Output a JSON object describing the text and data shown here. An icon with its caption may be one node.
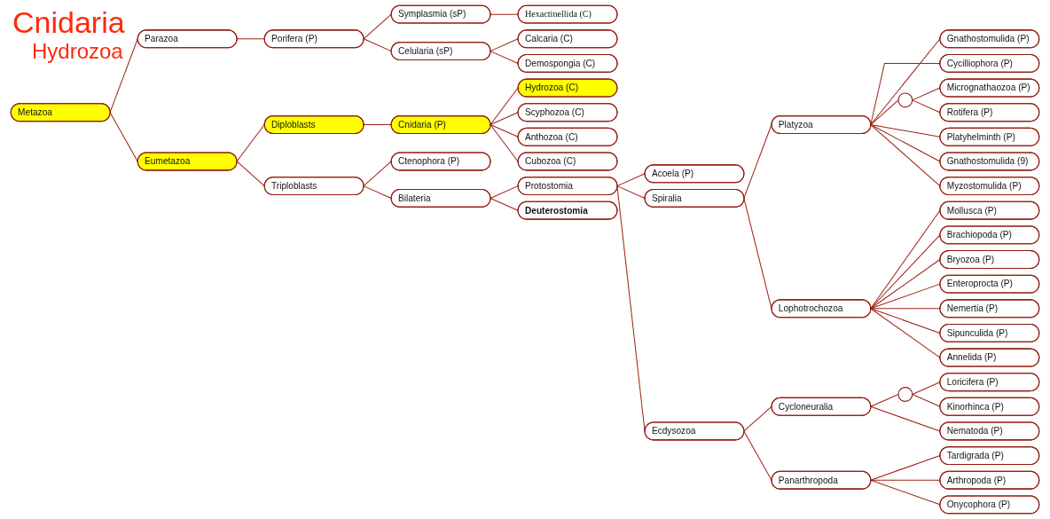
{
  "diagram": {
    "title": "Cnidaria",
    "nodes": [
      {
        "text": [
          "Metazoa"
        ]
      },
      {
        "text": [
          "Parazoa"
        ]
      },
      {
        "text": [
          "Porifera (P)"
        ]
      },
      {
        "text": [
          "Symplasmia (sP)"
        ]
      },
      {
        "text": [
          "Hexactinellida (C)"
        ]
      },
      {
        "text": [
          "Celularia (sP)"
        ]
      },
      {
        "text": [
          "Calcaria (C)"
        ]
      },
      {
        "text": [
          "Demospongia (C)"
        ]
      },
      {
        "text": [
          "Eumetazoa"
        ]
      },
      {
        "text": [
          "Diploblasts"
        ]
      },
      {
        "text": [
          "Cnidaria (P)"
        ]
      },
      {
        "text": [
          "Hydrozoa (C)"
        ]
      },
      {
        "text": [
          "Scyphozoa (C)"
        ]
      },
      {
        "text": [
          "Anthozoa (C)"
        ]
      },
      {
        "text": [
          "Cubozoa (C)"
        ]
      },
      {
        "text": [
          "Triploblasts"
        ]
      },
      {
        "text": [
          "Ctenophora (P)"
        ]
      },
      {
        "text": [
          "Bilateria"
        ]
      },
      {
        "text": [
          "Protostomia"
        ]
      },
      {
        "text": [
          "Acoela (P)"
        ]
      },
      {
        "text": [
          "Spiralia"
        ]
      },
      {
        "text": [
          "Platyzoa"
        ]
      },
      {
        "text": [
          "Gnathostomulida (P)"
        ]
      },
      {
        "text": [
          "Cycilliophora (P)"
        ]
      },
      {
        "text": [],
        "shape": "circle"
      },
      {
        "text": [
          "Micrognathaozoa (P)"
        ]
      },
      {
        "text": [
          "Rotifera (P)"
        ]
      },
      {
        "text": [
          "Platyhelminth (P)"
        ]
      },
      {
        "text": [
          "Gnathostomulida (9)"
        ]
      },
      {
        "text": [
          "Myzostomulida (P)"
        ]
      },
      {
        "text": [
          "Lophotrochozoa"
        ]
      },
      {
        "text": [
          "Mollusca (P)"
        ]
      },
      {
        "text": [
          "Brachiopoda (P)"
        ]
      },
      {
        "text": [
          "Bryozoa (P)"
        ]
      },
      {
        "text": [
          "Enteroprocta (P)"
        ]
      },
      {
        "text": [
          "Nemertia (P)"
        ]
      },
      {
        "text": [
          "Sipunculida (P)"
        ]
      },
      {
        "text": [
          "Annelida (P)"
        ]
      },
      {
        "text": [
          "Ecdysozoa"
        ]
      },
      {
        "text": [
          "Cycloneuralia"
        ]
      },
      {
        "text": [],
        "shape": "circle"
      },
      {
        "text": [
          "Loricifera (P)"
        ]
      },
      {
        "text": [
          "Kinorhinca (P)"
        ]
      },
      {
        "text": [
          "Nematoda (P)"
        ]
      },
      {
        "text": [
          "Panarthropoda"
        ]
      },
      {
        "text": [
          "Tardigrada (P)"
        ]
      },
      {
        "text": [
          "Arthropoda (P)"
        ]
      },
      {
        "text": [
          "Onycophora (P)"
        ]
      },
      {
        "text": [
          "Deuterostomia"
        ]
      }
    ],
    "edges": [
      {
        "from": 0,
        "to": 1,
        "arrow": "none"
      },
      {
        "from": 1,
        "to": 2,
        "arrow": "none"
      },
      {
        "from": 2,
        "to": 3,
        "arrow": "none"
      },
      {
        "from": 3,
        "to": 4,
        "arrow": "none"
      },
      {
        "from": 2,
        "to": 5,
        "arrow": "none"
      },
      {
        "from": 5,
        "to": 6,
        "arrow": "none"
      },
      {
        "from": 5,
        "to": 7,
        "arrow": "none"
      },
      {
        "from": 0,
        "to": 8,
        "arrow": "none"
      },
      {
        "from": 8,
        "to": 9,
        "arrow": "none"
      },
      {
        "from": 9,
        "to": 10,
        "arrow": "none"
      },
      {
        "from": 10,
        "to": 11,
        "arrow": "none"
      },
      {
        "from": 10,
        "to": 12,
        "arrow": "none"
      },
      {
        "from": 10,
        "to": 13,
        "arrow": "none"
      },
      {
        "from": 10,
        "to": 14,
        "arrow": "none"
      },
      {
        "from": 8,
        "to": 15,
        "arrow": "none"
      },
      {
        "from": 15,
        "to": 16,
        "arrow": "none"
      },
      {
        "from": 15,
        "to": 17,
        "arrow": "none"
      },
      {
        "from": 17,
        "to": 18,
        "arrow": "none"
      },
      {
        "from": 18,
        "to": 19,
        "arrow": "none"
      },
      {
        "from": 18,
        "to": 20,
        "arrow": "none"
      },
      {
        "from": 20,
        "to": 21,
        "arrow": "none"
      },
      {
        "from": 21,
        "to": 22,
        "arrow": "none"
      },
      {
        "from": 21,
        "to": 23,
        "arrow": "none"
      },
      {
        "from": 21,
        "to": 24,
        "arrow": "none"
      },
      {
        "from": 24,
        "to": 25,
        "arrow": "none"
      },
      {
        "from": 24,
        "to": 26,
        "arrow": "none"
      },
      {
        "from": 21,
        "to": 27,
        "arrow": "none"
      },
      {
        "from": 21,
        "to": 28,
        "arrow": "none"
      },
      {
        "from": 21,
        "to": 29,
        "arrow": "none"
      },
      {
        "from": 20,
        "to": 30,
        "arrow": "none"
      },
      {
        "from": 30,
        "to": 31,
        "arrow": "none"
      },
      {
        "from": 30,
        "to": 32,
        "arrow": "none"
      },
      {
        "from": 30,
        "to": 33,
        "arrow": "none"
      },
      {
        "from": 30,
        "to": 34,
        "arrow": "none"
      },
      {
        "from": 30,
        "to": 35,
        "arrow": "none"
      },
      {
        "from": 30,
        "to": 36,
        "arrow": "none"
      },
      {
        "from": 30,
        "to": 37,
        "arrow": "none"
      },
      {
        "from": 18,
        "to": 38,
        "arrow": "none"
      },
      {
        "from": 38,
        "to": 39,
        "arrow": "none"
      },
      {
        "from": 39,
        "to": 40,
        "arrow": "none"
      },
      {
        "from": 40,
        "to": 41,
        "arrow": "none"
      },
      {
        "from": 40,
        "to": 42,
        "arrow": "none"
      },
      {
        "from": 39,
        "to": 43,
        "arrow": "none"
      },
      {
        "from": 38,
        "to": 44,
        "arrow": "none"
      },
      {
        "from": 44,
        "to": 45,
        "arrow": "none"
      },
      {
        "from": 44,
        "to": 46,
        "arrow": "none"
      },
      {
        "from": 44,
        "to": 47,
        "arrow": "none"
      },
      {
        "from": 17,
        "to": 48,
        "arrow": "none"
      }
    ],
    "labels": [
      "Hydrozoa"
    ]
  }
}
